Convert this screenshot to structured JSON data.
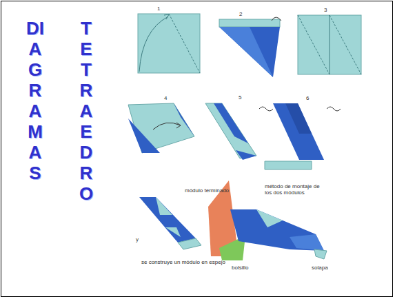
{
  "diagram": {
    "labels": [
      "DIAGRAMAS",
      "TETRAEDRO",
      "1",
      "2",
      "3",
      "4",
      "5",
      "6",
      "módulo terminado",
      "y",
      "se construye un módulo en espejo",
      "método de montaje de los dos módulos",
      "solapa",
      "bolsillo"
    ]
  }
}
